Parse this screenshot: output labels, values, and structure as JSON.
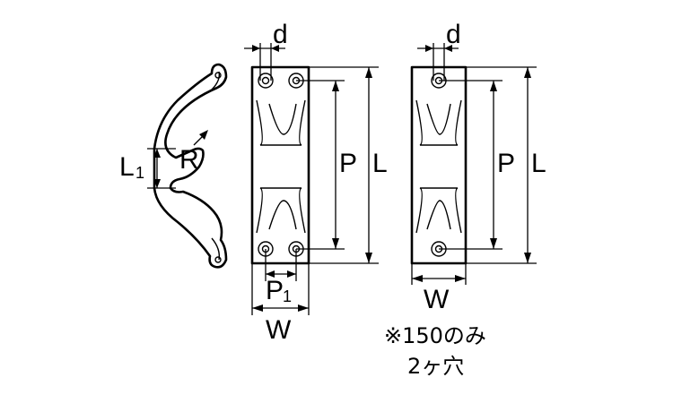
{
  "labels": {
    "d": "d",
    "R": "R",
    "L1_main": "L",
    "L1_sub": "1",
    "P": "P",
    "L": "L",
    "P1_main": "P",
    "P1_sub": "1",
    "W": "W"
  },
  "notes": {
    "line1": "※150のみ",
    "line2": "2ヶ穴"
  },
  "colors": {
    "ink": "#000000",
    "background": "#ffffff"
  }
}
